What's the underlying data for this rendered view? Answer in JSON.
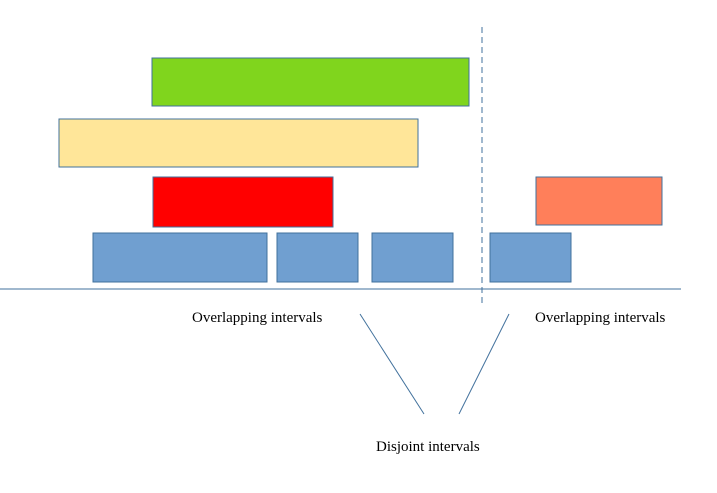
{
  "colors": {
    "green": "#80d51d",
    "yellow": "#ffe699",
    "red": "#ff0000",
    "salmon": "#ff7f5a",
    "blue": "#709fd0",
    "line": "#41719c"
  },
  "labels": {
    "overlapping_left": "Overlapping intervals",
    "overlapping_right": "Overlapping intervals",
    "disjoint": "Disjoint intervals"
  }
}
